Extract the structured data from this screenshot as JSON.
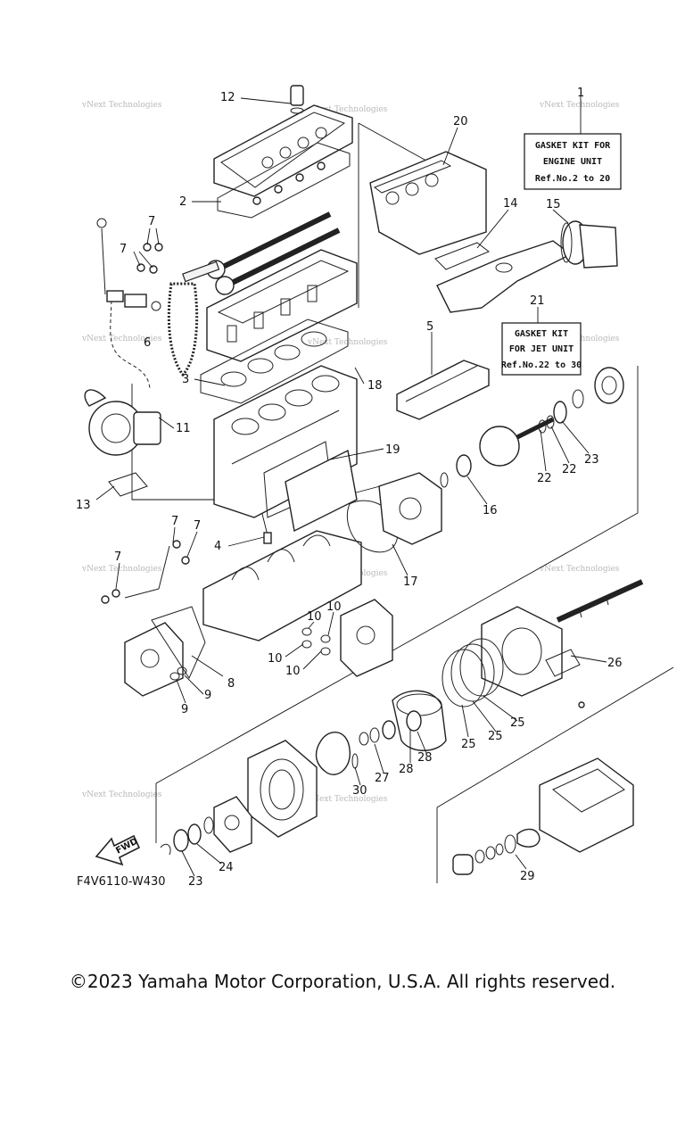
{
  "diagram": {
    "drawing_code": "F4V6110-W430",
    "watermark": "vNext Technologies",
    "boxes": [
      {
        "ref": "1",
        "lines": [
          "GASKET KIT FOR",
          "ENGINE UNIT",
          "Ref.No.2 to 20"
        ]
      },
      {
        "ref": "21",
        "lines": [
          "GASKET KIT",
          "FOR JET UNIT",
          "Ref.No.22 to 30"
        ]
      }
    ],
    "fwd_label": "FWD",
    "callouts": [
      "12",
      "2",
      "7",
      "7",
      "6",
      "3",
      "11",
      "13",
      "18",
      "5",
      "20",
      "14",
      "15",
      "19",
      "4",
      "7",
      "7",
      "7",
      "17",
      "10",
      "10",
      "10",
      "10",
      "8",
      "9",
      "9",
      "16",
      "22",
      "22",
      "23",
      "26",
      "25",
      "25",
      "25",
      "28",
      "28",
      "27",
      "30",
      "24",
      "23",
      "29"
    ]
  },
  "footer": {
    "copyright": "©2023 Yamaha Motor Corporation, U.S.A. All rights reserved."
  }
}
